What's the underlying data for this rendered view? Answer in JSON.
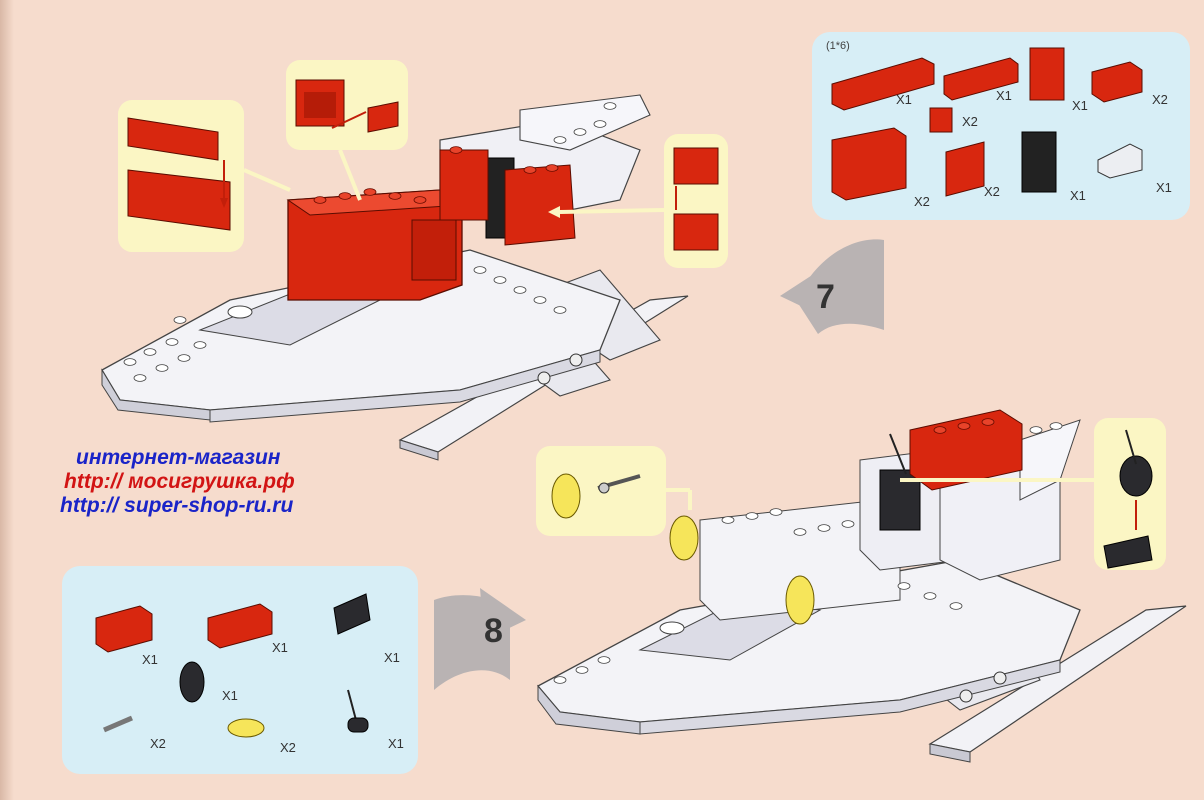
{
  "promo": {
    "line1": "интернет-магазин",
    "line2": "http:// мосигрушка.рф",
    "line3": "http:// super-shop-ru.ru"
  },
  "step7": {
    "number": "7",
    "size_label": "(1*6)",
    "quantities": [
      "X1",
      "X1",
      "X1",
      "X2",
      "X2",
      "X2",
      "X2",
      "X1",
      "X1"
    ]
  },
  "step8": {
    "number": "8",
    "quantities": [
      "X1",
      "X1",
      "X1",
      "X1",
      "X2",
      "X2",
      "X1"
    ]
  },
  "colors": {
    "brick_red": "#d8270f",
    "brick_white": "#f2f2f6",
    "brick_black": "#222222",
    "brick_yellow": "#f6e55a",
    "panel_blue": "#d7eef6",
    "callout_yellow": "#fbf6c4",
    "background": "#f6dccd"
  }
}
